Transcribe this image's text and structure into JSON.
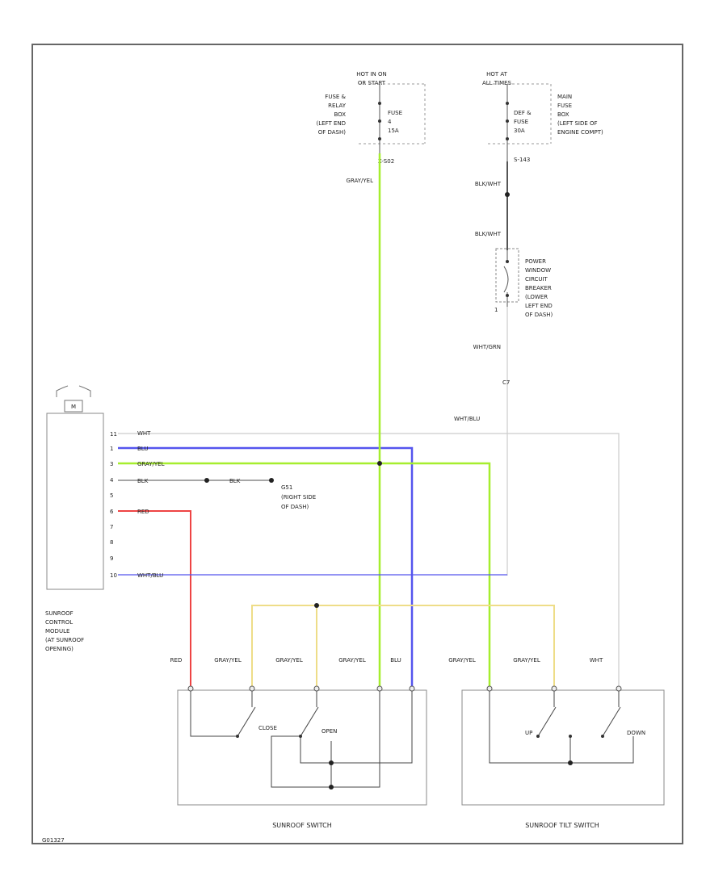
{
  "fuse_box_top": {
    "hot_label": [
      "HOT IN ON",
      "OR START"
    ],
    "location": [
      "FUSE &",
      "RELAY",
      "BOX",
      "(LEFT END",
      "OF DASH)"
    ],
    "fuse": [
      "FUSE",
      "4",
      "15A"
    ],
    "connector": "X-S02"
  },
  "fuse_box_engine": {
    "hot_label": [
      "HOT AT",
      "ALL TIMES"
    ],
    "location": [
      "MAIN",
      "FUSE",
      "BOX",
      "(LEFT SIDE OF",
      "ENGINE COMPT)"
    ],
    "fuse": [
      "DEF &",
      "FUSE",
      "30A"
    ],
    "connector": "S-143"
  },
  "circuit_breaker": {
    "label": [
      "POWER",
      "WINDOW",
      "CIRCUIT",
      "BREAKER",
      "(LOWER",
      "LEFT END",
      "OF DASH)"
    ],
    "pin": "1"
  },
  "wire_labels": {
    "gry_yel_top": "GRAY/YEL",
    "blk_wht_1": "BLK/WHT",
    "blk_wht_2": "BLK/WHT",
    "wht_grn": "WHT/GRN",
    "c7": "C7",
    "wht_blu_right": "WHT/BLU"
  },
  "module": {
    "badge": "M",
    "pins": [
      {
        "num": "11",
        "wire": "WHT"
      },
      {
        "num": "1",
        "wire": "BLU"
      },
      {
        "num": "3",
        "wire": "GRAY/YEL"
      },
      {
        "num": "4",
        "wire": "BLK"
      },
      {
        "num": "5",
        "wire": ""
      },
      {
        "num": "6",
        "wire": "RED"
      },
      {
        "num": "7",
        "wire": ""
      },
      {
        "num": "8",
        "wire": ""
      },
      {
        "num": "9",
        "wire": ""
      },
      {
        "num": "10",
        "wire": "WHT/BLU"
      }
    ],
    "caption": [
      "SUNROOF",
      "CONTROL",
      "MODULE",
      "(AT SUNROOF",
      "OPENING)"
    ]
  },
  "ground": {
    "wire": "BLK",
    "label": [
      "G51",
      "(RIGHT SIDE",
      "OF DASH)"
    ]
  },
  "switch_wire_labels": [
    "RED",
    "GRAY/YEL",
    "GRAY/YEL",
    "GRAY/YEL",
    "BLU",
    "GRAY/YEL",
    "GRAY/YEL",
    "WHT"
  ],
  "sunroof_switch": {
    "title": "SUNROOF SWITCH",
    "close": "CLOSE",
    "open": "OPEN"
  },
  "tilt_switch": {
    "title": "SUNROOF TILT SWITCH",
    "up": "UP",
    "down": "DOWN"
  },
  "figure_id": "G01327",
  "colors": {
    "green": "#a6ee2e",
    "blue": "#5555ee",
    "red": "#ee4444",
    "yellow": "#eedd88",
    "gray": "#bbbbbb",
    "dark": "#333333"
  }
}
